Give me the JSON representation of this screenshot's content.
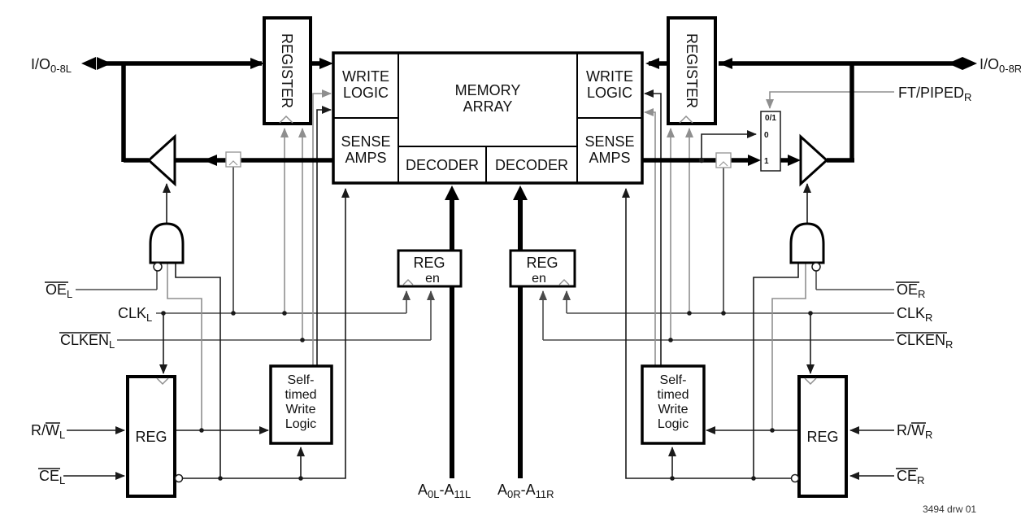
{
  "diagram": {
    "title_hint": "Dual-port synchronous SRAM functional block diagram",
    "figure_number": "3494 drw 01",
    "colors": {
      "line_dark": "#1a1a1a",
      "line_mid": "#4a4a4a",
      "line_gray": "#8f8f8f",
      "text": "#111111",
      "background": "#ffffff"
    },
    "blocks": {
      "register": "REGISTER",
      "write_logic_l1": "WRITE",
      "write_logic_l2": "LOGIC",
      "sense_amps_l1": "SENSE",
      "sense_amps_l2": "AMPS",
      "memory_array_l1": "MEMORY",
      "memory_array_l2": "ARRAY",
      "decoder": "DECODER",
      "reg_en_l1": "REG",
      "reg_en_l2": "en",
      "self_timed_l1": "Self-",
      "self_timed_l2": "timed",
      "self_timed_l3": "Write",
      "self_timed_l4": "Logic",
      "reg": "REG",
      "mux_label": "0/1",
      "mux_in0": "0",
      "mux_in1": "1"
    },
    "signals": {
      "io_left": {
        "base": "I/O",
        "sub": "0-8L"
      },
      "io_right": {
        "base": "I/O",
        "sub": "0-8R"
      },
      "ft_piped_right": {
        "base": "FT/PIPED",
        "sub": "R"
      },
      "oe_left": {
        "over": "OE",
        "sub": "L"
      },
      "oe_right": {
        "over": "OE",
        "sub": "R"
      },
      "clk_left": {
        "base": "CLK",
        "sub": "L"
      },
      "clk_right": {
        "base": "CLK",
        "sub": "R"
      },
      "clken_left": {
        "over": "CLKEN",
        "sub": "L"
      },
      "clken_right": {
        "over": "CLKEN",
        "sub": "R"
      },
      "rw_left": {
        "pre": "R/",
        "over": "W",
        "sub": "L"
      },
      "rw_right": {
        "pre": "R/",
        "over": "W",
        "sub": "R"
      },
      "ce_left": {
        "over": "CE",
        "sub": "L"
      },
      "ce_right": {
        "over": "CE",
        "sub": "R"
      },
      "addr_left": {
        "a1": "A",
        "s1": "0L",
        "a2": "-A",
        "s2": "11L"
      },
      "addr_right": {
        "a1": "A",
        "s1": "0R",
        "a2": "-A",
        "s2": "11R"
      }
    }
  }
}
